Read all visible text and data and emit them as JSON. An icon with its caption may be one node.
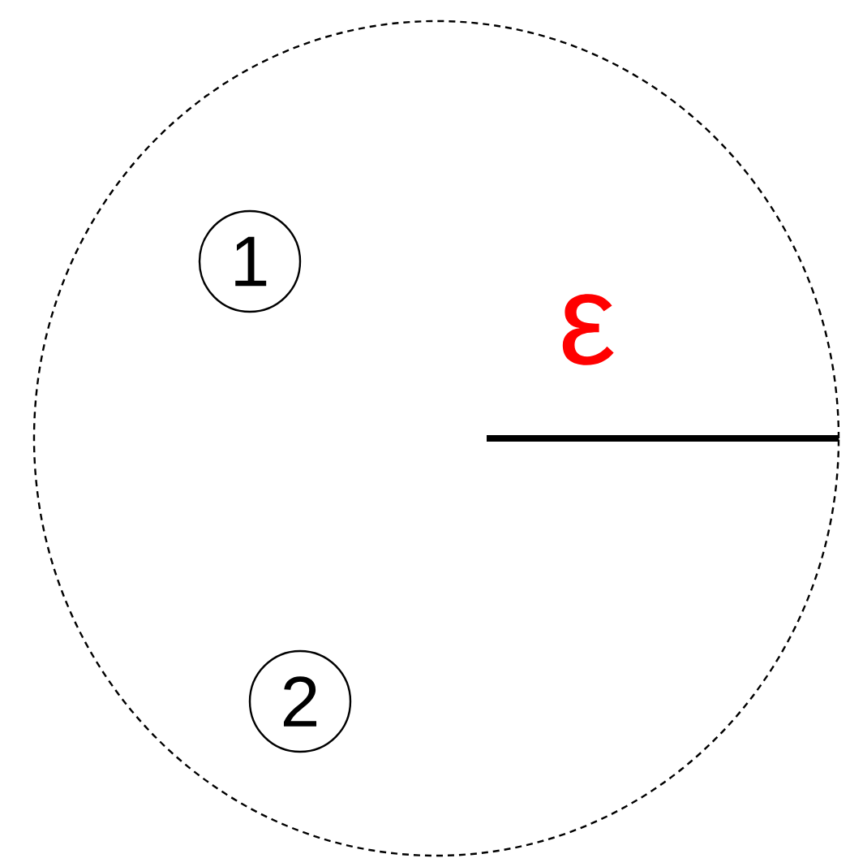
{
  "diagram": {
    "nodes": [
      {
        "text": [],
        "shape": "circle"
      },
      {
        "text": [
          "1"
        ],
        "in": 0
      },
      {
        "text": [
          "2"
        ],
        "in": 0
      }
    ],
    "labels": [
      "ε"
    ]
  }
}
